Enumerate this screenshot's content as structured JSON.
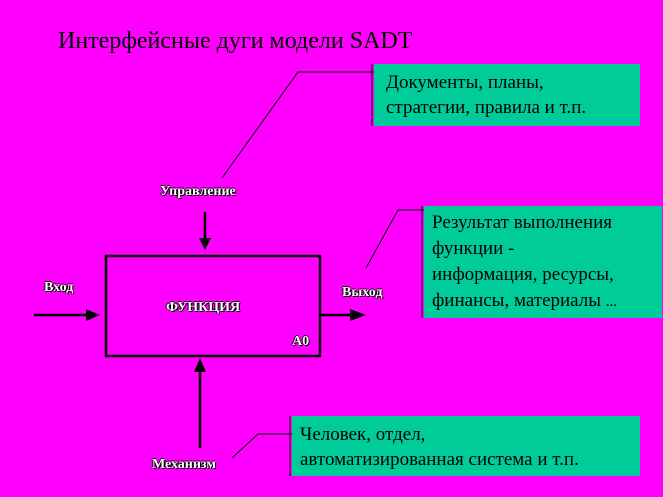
{
  "title": "Интерфейсные дуги модели SADT",
  "callouts": {
    "control": {
      "line1": "Документы, планы,",
      "line2": "стратегии, правила и т.п."
    },
    "output": {
      "line1": "Результат выполнения",
      "line2": "функции -",
      "line3": "информация, ресурсы,",
      "line4": "финансы, материалы",
      "ellipsis": "..."
    },
    "mechanism": {
      "line1": "Человек, отдел,",
      "line2": "автоматизированная система и т.п."
    }
  },
  "labels": {
    "control": "Управление",
    "input": "Вход",
    "output": "Выход",
    "mechanism": "Механизм",
    "function": "ФУНКЦИЯ",
    "node": "А0"
  },
  "colors": {
    "background": "#ff00ff",
    "callout_fill": "#00cc99"
  }
}
